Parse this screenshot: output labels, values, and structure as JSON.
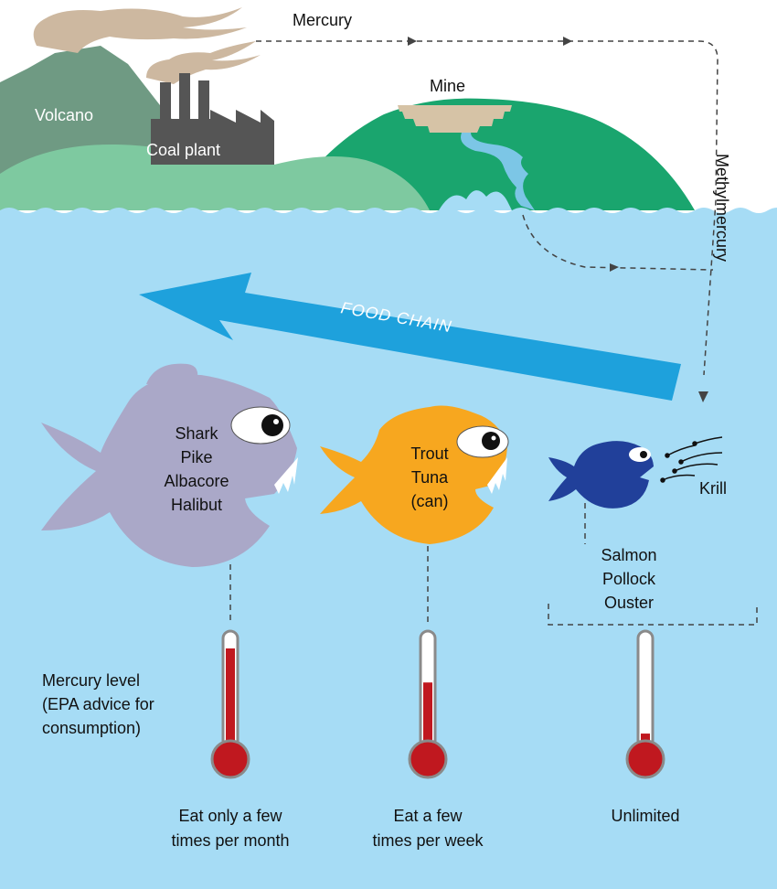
{
  "labels": {
    "mercury": "Mercury",
    "mine": "Mine",
    "volcano": "Volcano",
    "coal_plant": "Coal plant",
    "methylmercury": "Methylmercury",
    "food_chain": "FOOD CHAIN",
    "krill": "Krill",
    "mercury_level": [
      "Mercury level",
      "(EPA advice for",
      "consumption)"
    ]
  },
  "fish_groups": [
    {
      "names": [
        "Shark",
        "Pike",
        "Albacore",
        "Halibut"
      ],
      "color": "#aaa8c8",
      "mercury_level_fraction": 0.88,
      "advice": [
        "Eat only a few",
        "times per month"
      ]
    },
    {
      "names": [
        "Trout",
        "Tuna",
        "(can)"
      ],
      "color": "#f7a71f",
      "mercury_level_fraction": 0.6,
      "advice": [
        "Eat a few",
        "times per week"
      ]
    },
    {
      "names": [
        "Salmon",
        "Pollock",
        "Ouster"
      ],
      "color": "#21409a",
      "mercury_level_fraction": 0.18,
      "advice": [
        "Unlimited"
      ]
    }
  ],
  "colors": {
    "sky": "#ffffff",
    "water": "#a6dcf5",
    "food_chain_arrow": "#1ea1dc",
    "hill_green": "#7ec9a0",
    "volcano": "#6f9a83",
    "mine_mountain": "#1aa56e",
    "smoke": "#cdb8a0",
    "factory": "#555555",
    "thermometer_fill": "#c0181f",
    "thermometer_outline": "#8a8a8a"
  }
}
